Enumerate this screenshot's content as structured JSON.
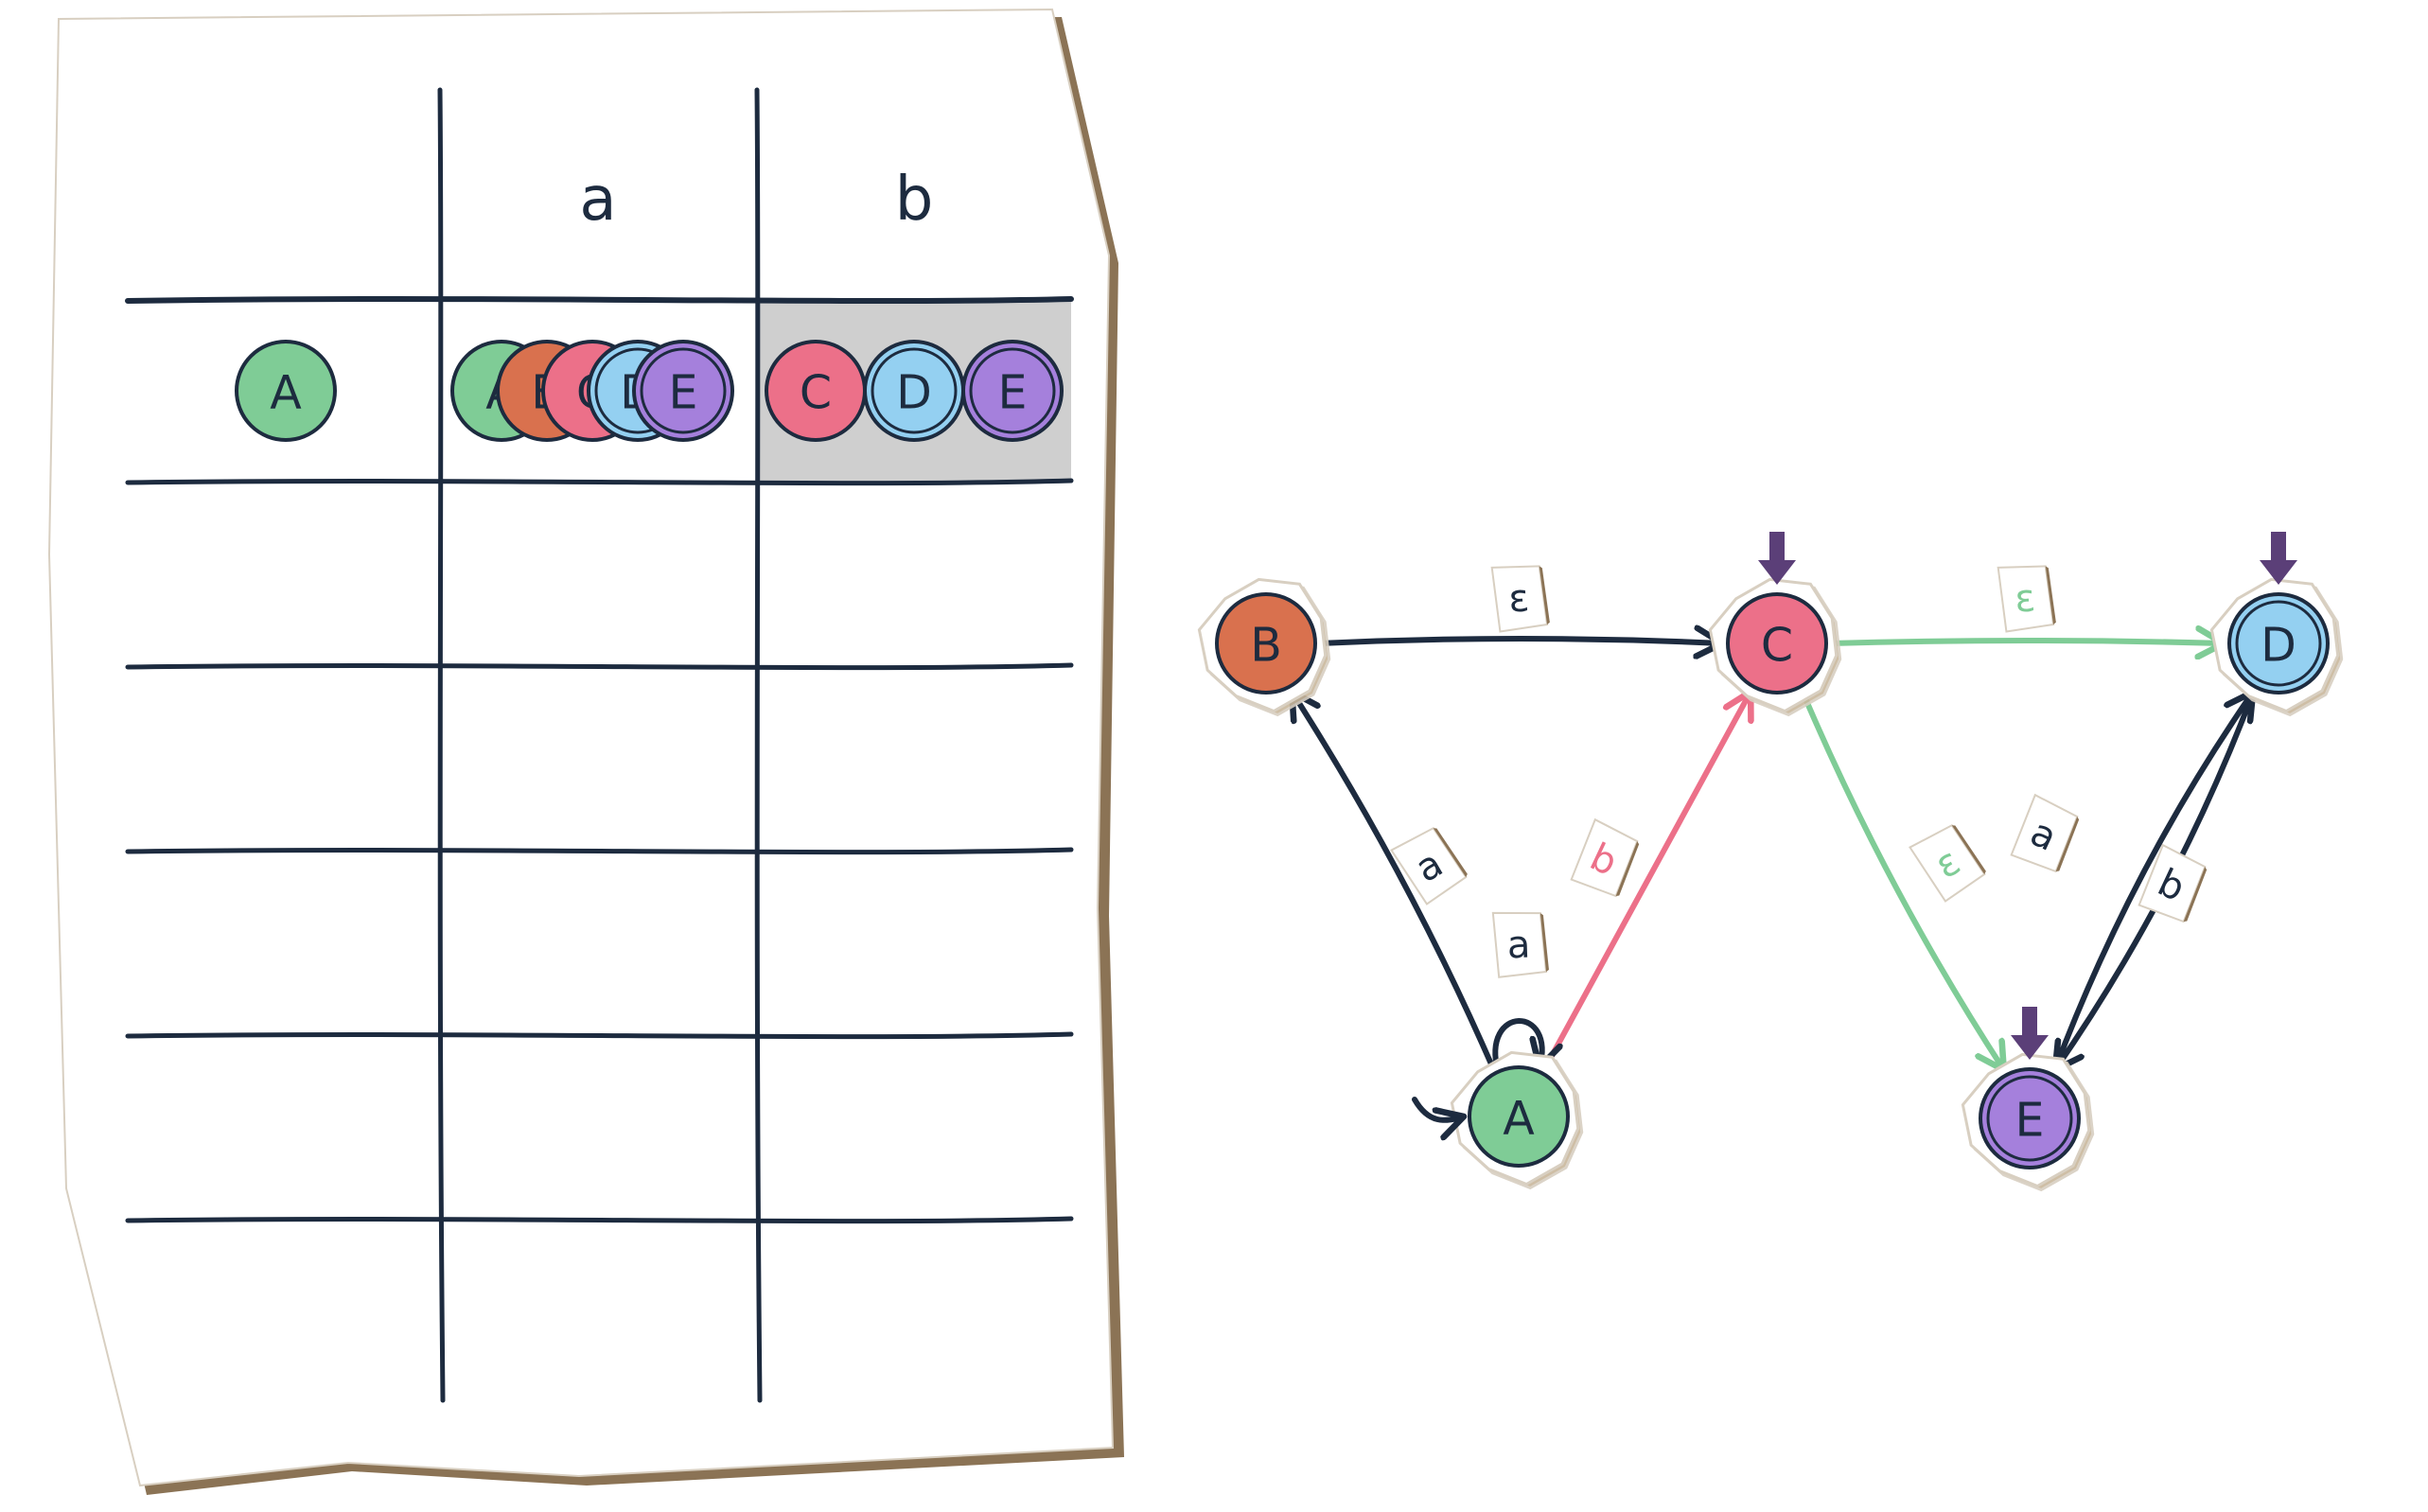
{
  "table": {
    "columns": [
      "",
      "a",
      "b"
    ],
    "rows": [
      {
        "state": {
          "label": "A",
          "color": "#7fcc96"
        },
        "a": [
          {
            "label": "A",
            "color": "#7fcc96"
          },
          {
            "label": "B",
            "color": "#d9714e"
          },
          {
            "label": "C",
            "color": "#ec7089"
          },
          {
            "label": "D",
            "color": "#94d0f1",
            "accepting": true
          },
          {
            "label": "E",
            "color": "#a580dc",
            "accepting": true
          }
        ],
        "b": [
          {
            "label": "C",
            "color": "#ec7089"
          },
          {
            "label": "D",
            "color": "#94d0f1",
            "accepting": true
          },
          {
            "label": "E",
            "color": "#a580dc",
            "accepting": true
          }
        ]
      },
      {
        "state": null,
        "a": [],
        "b": []
      },
      {
        "state": null,
        "a": [],
        "b": []
      },
      {
        "state": null,
        "a": [],
        "b": []
      },
      {
        "state": null,
        "a": [],
        "b": []
      },
      {
        "state": null,
        "a": [],
        "b": []
      }
    ]
  },
  "automaton": {
    "states": [
      {
        "id": "A",
        "label": "A",
        "color": "#7fcc96",
        "start": true
      },
      {
        "id": "B",
        "label": "B",
        "color": "#d9714e"
      },
      {
        "id": "C",
        "label": "C",
        "color": "#ec7089",
        "highlighted": true
      },
      {
        "id": "D",
        "label": "D",
        "color": "#94d0f1",
        "accepting": true,
        "highlighted": true
      },
      {
        "id": "E",
        "label": "E",
        "color": "#a580dc",
        "accepting": true,
        "highlighted": true
      }
    ],
    "transitions": [
      {
        "from": "B",
        "to": "C",
        "symbol": "ε",
        "color": "#1d2b3f"
      },
      {
        "from": "C",
        "to": "D",
        "symbol": "ε",
        "color": "#7fcc96"
      },
      {
        "from": "A",
        "to": "B",
        "symbol": "a",
        "color": "#1d2b3f"
      },
      {
        "from": "A",
        "to": "C",
        "symbol": "b",
        "color": "#ec7089"
      },
      {
        "from": "A",
        "to": "A",
        "symbol": "a",
        "color": "#1d2b3f"
      },
      {
        "from": "C",
        "to": "E",
        "symbol": "ε",
        "color": "#7fcc96"
      },
      {
        "from": "E",
        "to": "D",
        "symbol": "a",
        "color": "#1d2b3f"
      },
      {
        "from": "D",
        "to": "E",
        "symbol": "b",
        "color": "#1d2b3f"
      }
    ]
  },
  "colors": {
    "ink": "#1d2b3f",
    "paper": "#ffffff",
    "paper_shadow": "#8b7355",
    "highlight_cell": "#cfcfcf",
    "marker": "#5b3f78"
  }
}
